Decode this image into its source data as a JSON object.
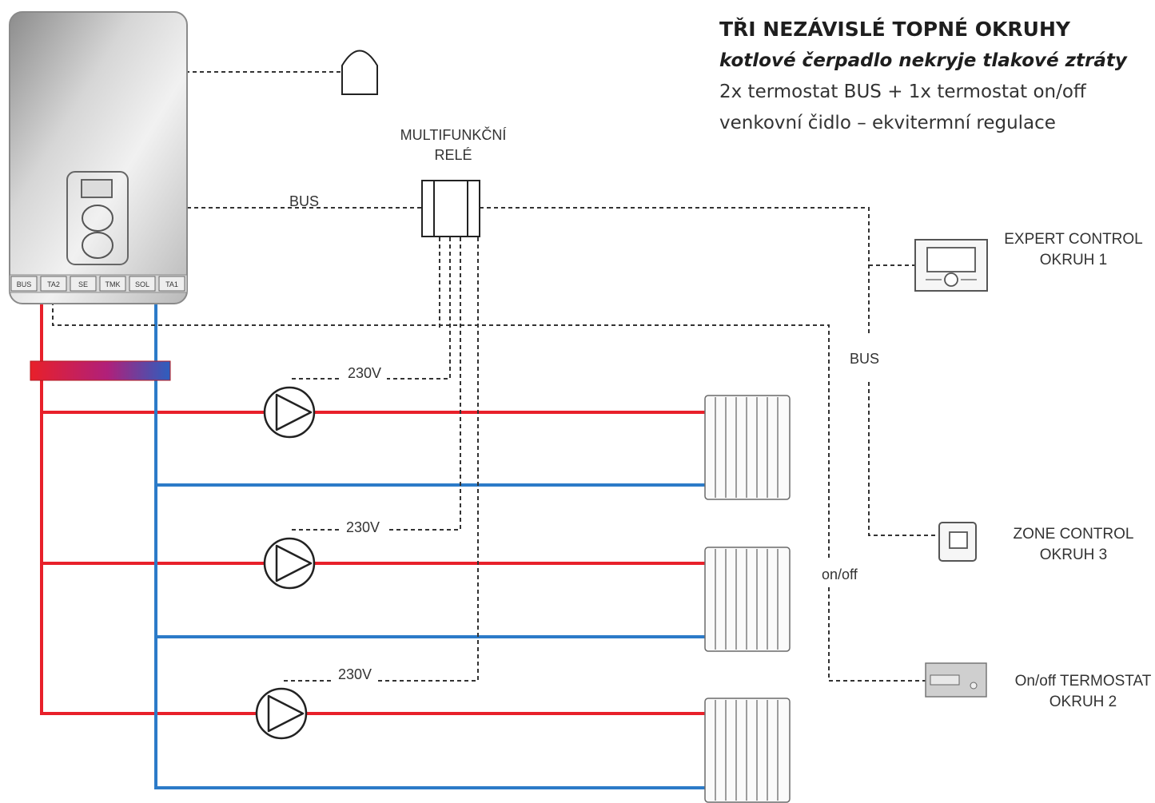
{
  "header": {
    "title": "TŘI NEZÁVISLÉ TOPNÉ OKRUHY",
    "subtitle": "kotlové čerpadlo nekryje tlakové ztráty",
    "line1": "2x termostat BUS + 1x termostat on/off",
    "line2": "venkovní čidlo – ekvitermní regulace"
  },
  "boiler": {
    "terminals": [
      "BUS",
      "TA2",
      "SE",
      "TMK",
      "SOL",
      "TA1"
    ]
  },
  "relay": {
    "label_line1": "MULTIFUNKČNÍ",
    "label_line2": "RELÉ"
  },
  "wiring": {
    "bus_label": "BUS",
    "bus_label_right": "BUS",
    "onoff_label": "on/off",
    "voltage_labels": [
      "230V",
      "230V",
      "230V"
    ]
  },
  "devices": {
    "expert_line1": "EXPERT CONTROL",
    "expert_line2": "OKRUH 1",
    "zone_line1": "ZONE CONTROL",
    "zone_line2": "OKRUH 3",
    "onoff_line1": "On/off TERMOSTAT",
    "onoff_line2": "OKRUH 2"
  },
  "colors": {
    "supply_pipe": "#e8202a",
    "return_pipe": "#2c7bc8",
    "wire": "#333333"
  }
}
